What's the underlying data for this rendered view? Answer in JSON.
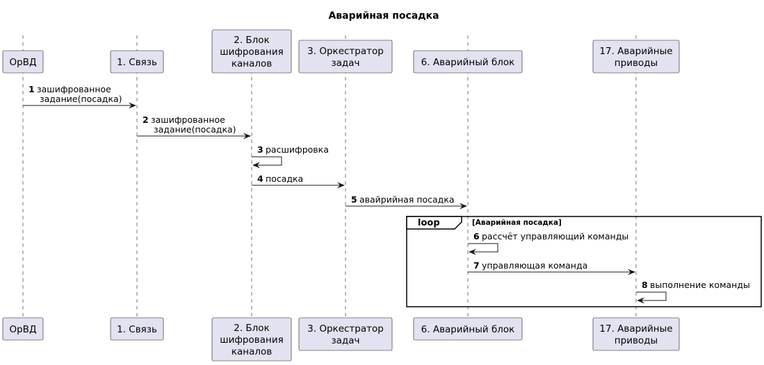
{
  "diagram": {
    "title": "Аварийная посадка",
    "participants": [
      {
        "id": "orvd",
        "lines": [
          "ОрВД"
        ]
      },
      {
        "id": "svyaz",
        "lines": [
          "1. Связь"
        ]
      },
      {
        "id": "shifr",
        "lines": [
          "2. Блок",
          "шифрования",
          "каналов"
        ]
      },
      {
        "id": "orch",
        "lines": [
          "3. Оркестратор",
          "задач"
        ]
      },
      {
        "id": "avar",
        "lines": [
          "6. Аварийный блок"
        ]
      },
      {
        "id": "priv",
        "lines": [
          "17. Аварийные",
          "приводы"
        ]
      }
    ],
    "messages": [
      {
        "num": "1",
        "from": 0,
        "to": 1,
        "lines": [
          "зашифрованное",
          " задание(посадка)"
        ]
      },
      {
        "num": "2",
        "from": 1,
        "to": 2,
        "lines": [
          "зашифрованное",
          " задание(посадка)"
        ]
      },
      {
        "num": "3",
        "from": 2,
        "to": 2,
        "lines": [
          "расшифровка"
        ]
      },
      {
        "num": "4",
        "from": 2,
        "to": 3,
        "lines": [
          "посадка"
        ]
      },
      {
        "num": "5",
        "from": 3,
        "to": 4,
        "lines": [
          "авайрийная посадка"
        ]
      },
      {
        "num": "6",
        "from": 4,
        "to": 4,
        "lines": [
          "рассчёт управляющий команды"
        ]
      },
      {
        "num": "7",
        "from": 4,
        "to": 5,
        "lines": [
          "управляющая команда"
        ]
      },
      {
        "num": "8",
        "from": 5,
        "to": 5,
        "lines": [
          "выполнение команды"
        ]
      }
    ],
    "loop": {
      "label": "loop",
      "guard": "[Аварийная посадка]"
    }
  }
}
